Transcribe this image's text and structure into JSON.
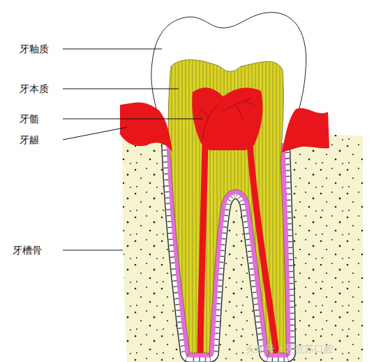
{
  "diagram": {
    "labels": [
      "牙釉质",
      "牙本质",
      "牙髓",
      "牙龈",
      "牙槽骨",
      "头条号 / 牙范苏口腔"
    ]
  }
}
